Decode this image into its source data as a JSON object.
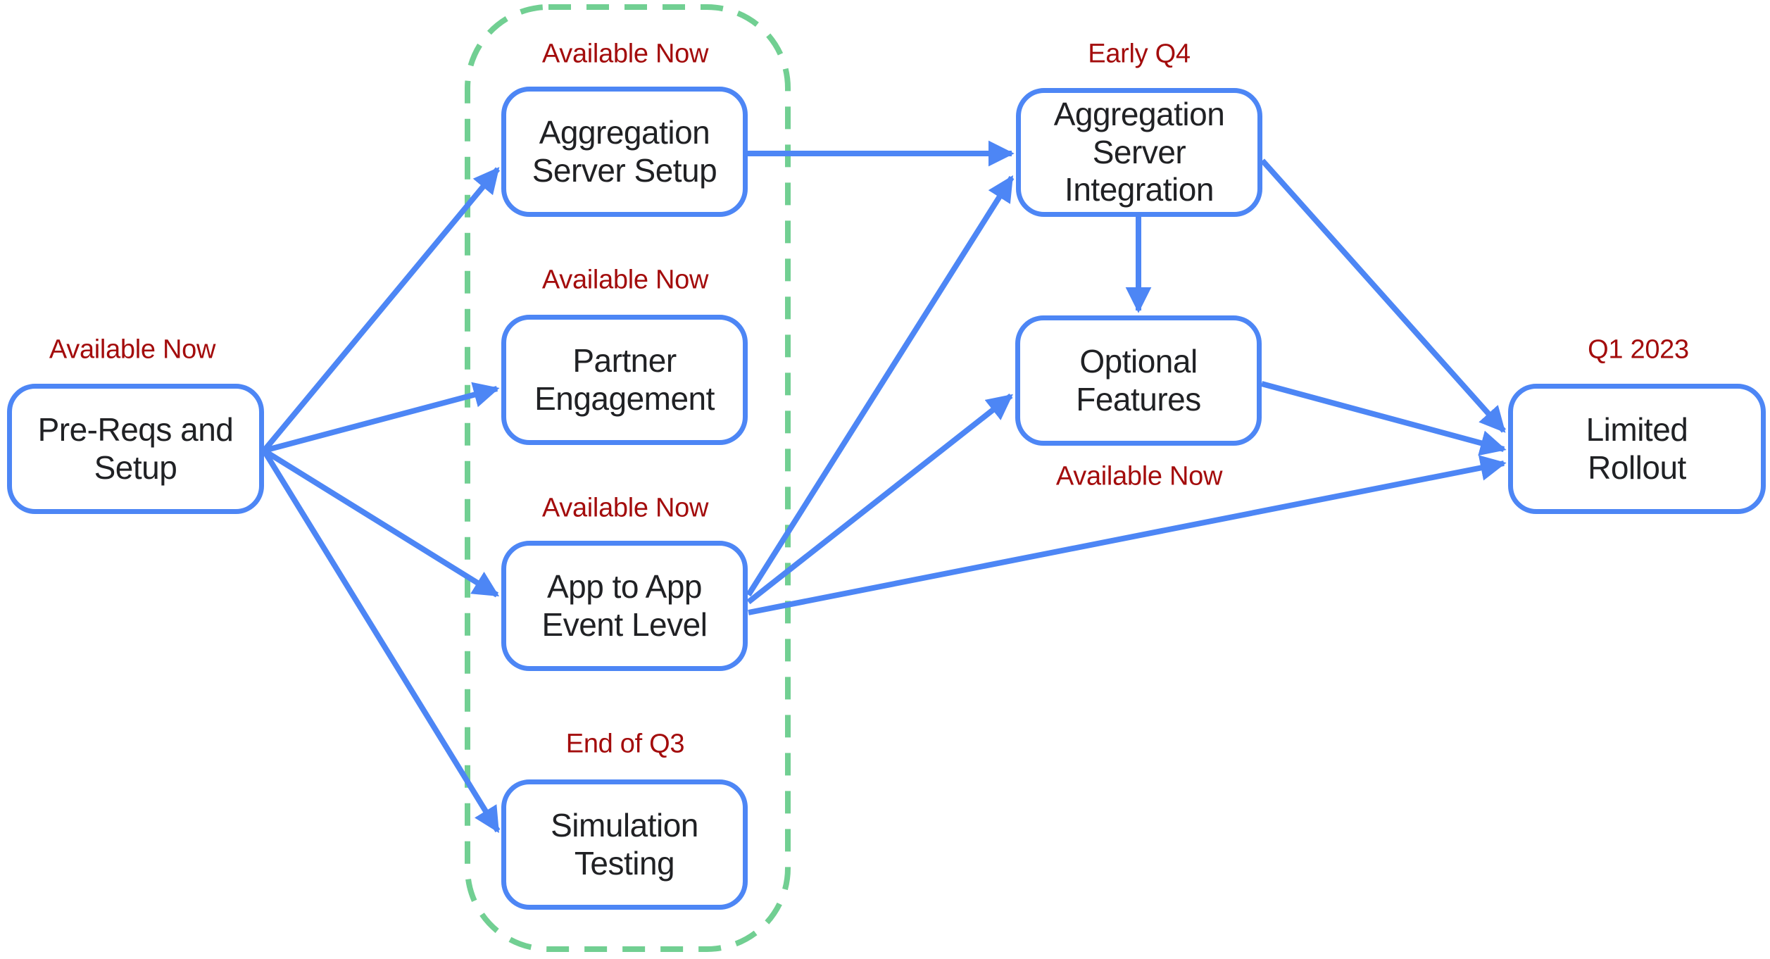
{
  "diagram": {
    "group": {
      "name": "available-now-group",
      "members": [
        "aggregation-server-setup",
        "partner-engagement",
        "app-to-app-event-level",
        "simulation-testing"
      ]
    },
    "nodes": [
      {
        "id": "pre-reqs-and-setup",
        "label": "Pre-Reqs and\nSetup",
        "status": "Available Now"
      },
      {
        "id": "aggregation-server-setup",
        "label": "Aggregation\nServer Setup",
        "status": "Available Now"
      },
      {
        "id": "partner-engagement",
        "label": "Partner\nEngagement",
        "status": "Available Now"
      },
      {
        "id": "app-to-app-event-level",
        "label": "App to App\nEvent Level",
        "status": "Available Now"
      },
      {
        "id": "simulation-testing",
        "label": "Simulation\nTesting",
        "status": "End of Q3"
      },
      {
        "id": "aggregation-server-integration",
        "label": "Aggregation\nServer\nIntegration",
        "status": "Early Q4"
      },
      {
        "id": "optional-features",
        "label": "Optional\nFeatures",
        "status": "Available Now"
      },
      {
        "id": "limited-rollout",
        "label": "Limited\nRollout",
        "status": "Q1 2023"
      }
    ],
    "edges": [
      {
        "from": "pre-reqs-and-setup",
        "to": "aggregation-server-setup"
      },
      {
        "from": "pre-reqs-and-setup",
        "to": "partner-engagement"
      },
      {
        "from": "pre-reqs-and-setup",
        "to": "app-to-app-event-level"
      },
      {
        "from": "pre-reqs-and-setup",
        "to": "simulation-testing"
      },
      {
        "from": "aggregation-server-setup",
        "to": "aggregation-server-integration"
      },
      {
        "from": "app-to-app-event-level",
        "to": "aggregation-server-integration"
      },
      {
        "from": "app-to-app-event-level",
        "to": "optional-features"
      },
      {
        "from": "app-to-app-event-level",
        "to": "limited-rollout"
      },
      {
        "from": "aggregation-server-integration",
        "to": "optional-features"
      },
      {
        "from": "aggregation-server-integration",
        "to": "limited-rollout"
      },
      {
        "from": "optional-features",
        "to": "limited-rollout"
      }
    ],
    "colors": {
      "node_border": "#4d86f5",
      "arrow": "#4d86f5",
      "node_text": "#202124",
      "status_text": "#a30c0c",
      "group_border": "#71cf92",
      "background": "#ffffff"
    }
  }
}
